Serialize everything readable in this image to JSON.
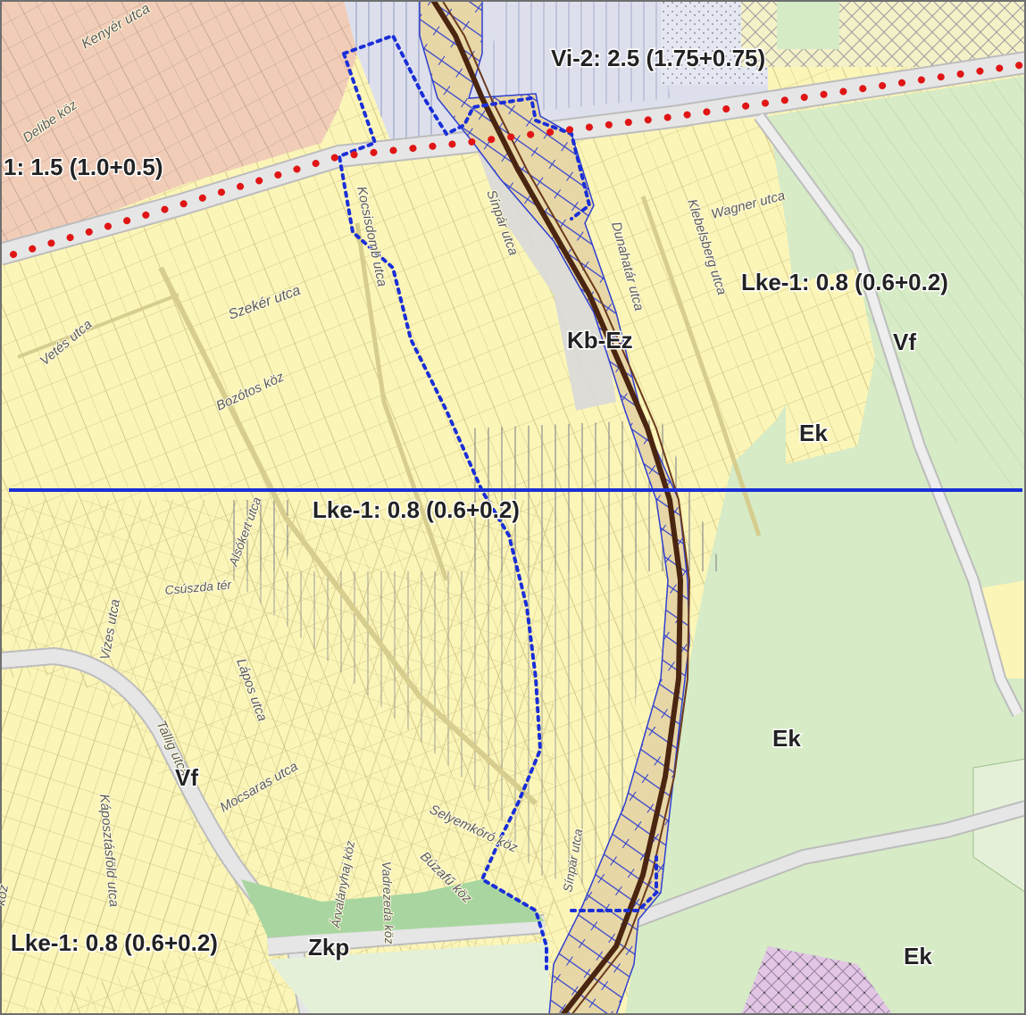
{
  "colors": {
    "residential": "#fbf5b8",
    "residential_edge": "#d2c98a",
    "parcel_line": "#c9bf7c",
    "pink_zone": "#f1cdb8",
    "green_zone": "#d6ebc6",
    "green_light": "#e4f1d8",
    "park_green": "#a9d6a0",
    "gray_zone": "#dde0ec",
    "road": "#e6e6e6",
    "road_edge": "#bdbdbd",
    "railway": "#4a2510",
    "rail_hatch": "#2f3fd0",
    "rail_corridor": "#e8d7a6",
    "blue_line": "#1a2fd8",
    "red_dots": "#e01515",
    "purple_zone": "#e2c6e4"
  },
  "zone_labels": [
    {
      "id": "vi2",
      "text": "Vi-2: 2.5 (1.75+0.75)"
    },
    {
      "id": "vi1",
      "text": "1: 1.5 (1.0+0.5)"
    },
    {
      "id": "kbez",
      "text": "Kb-Ez"
    },
    {
      "id": "lke_right",
      "text": "Lke-1: 0.8 (0.6+0.2)"
    },
    {
      "id": "vf_top",
      "text": "Vf"
    },
    {
      "id": "ek_top",
      "text": "Ek"
    },
    {
      "id": "lke_center",
      "text": "Lke-1: 0.8 (0.6+0.2)"
    },
    {
      "id": "ek_mid",
      "text": "Ek"
    },
    {
      "id": "vf_left",
      "text": "Vf"
    },
    {
      "id": "lke_bottom",
      "text": "Lke-1: 0.8 (0.6+0.2)"
    },
    {
      "id": "zkp",
      "text": "Zkp"
    },
    {
      "id": "ek_bottom",
      "text": "Ek"
    }
  ],
  "street_labels": [
    {
      "id": "kenyer",
      "text": "Kenyér utca"
    },
    {
      "id": "delibab",
      "text": "Delibe köz"
    },
    {
      "id": "kocsis",
      "text": "Kocsisdomb utca"
    },
    {
      "id": "sinpar1",
      "text": "Sínpár utca"
    },
    {
      "id": "dunahat",
      "text": "Dunahatár utca"
    },
    {
      "id": "klebelsberg",
      "text": "Klebelsberg utca"
    },
    {
      "id": "wagner",
      "text": "Wagner utca"
    },
    {
      "id": "szeker",
      "text": "Szekér utca"
    },
    {
      "id": "vetes",
      "text": "Vetés utca"
    },
    {
      "id": "bozotos",
      "text": "Bozótos köz"
    },
    {
      "id": "alsokert",
      "text": "Alsókert utca"
    },
    {
      "id": "csuszda",
      "text": "Csúszda tér"
    },
    {
      "id": "vizes",
      "text": "Vizes utca"
    },
    {
      "id": "lapos",
      "text": "Lápos utca"
    },
    {
      "id": "tallig",
      "text": "Tallig utca"
    },
    {
      "id": "mocsaras",
      "text": "Mocsaras utca"
    },
    {
      "id": "kaposzta",
      "text": "Káposztásföld utca"
    },
    {
      "id": "selyemkoro",
      "text": "Selyemkóró köz"
    },
    {
      "id": "sinpar2",
      "text": "Sínpár utca"
    },
    {
      "id": "buzafu",
      "text": "Búzafű köz"
    },
    {
      "id": "vadrezeda",
      "text": "Vadrezeda köz"
    },
    {
      "id": "arvalanyhaj",
      "text": "Árvalányhaj köz"
    },
    {
      "id": "koz_left",
      "text": "köz"
    }
  ]
}
